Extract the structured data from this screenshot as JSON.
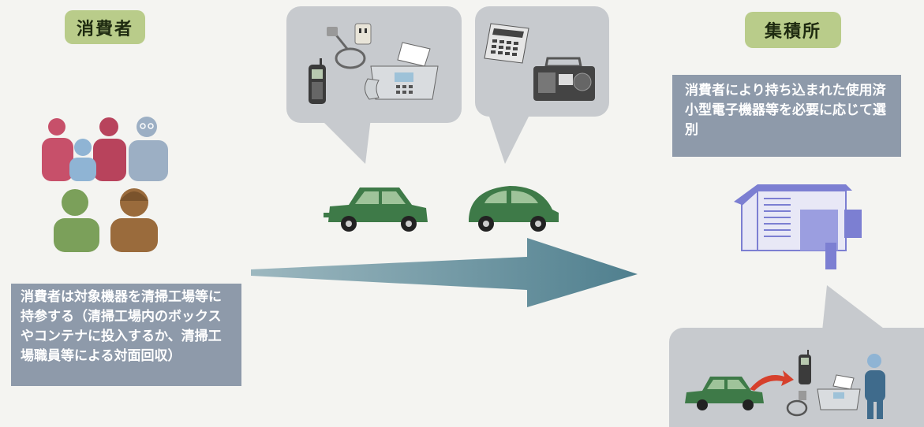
{
  "consumer": {
    "title": "消費者",
    "description": "消費者は対象機器を清掃工場等に持参する（清掃工場内のボックスやコンテナに投入するか、清掃工場職員等による対面回収）"
  },
  "collection_site": {
    "title": "集積所",
    "description": "消費者により持ち込まれた使用済小型電子機器等を必要に応じて選別"
  },
  "icons": {
    "people": "family-icon",
    "elderly": "elderly-couple-icon",
    "cellphone": "cellphone-icon",
    "charger": "charger-outlet-icon",
    "fax": "fax-phone-icon",
    "calculator": "calculator-icon",
    "radio": "radio-cassette-icon",
    "sedan": "sedan-car-icon",
    "compact": "compact-car-icon",
    "warehouse": "warehouse-icon",
    "worker": "worker-icon"
  },
  "colors": {
    "tag": "#b9cc8a",
    "note": "#8e9aaa",
    "arrow": "#6b8d9a",
    "car": "#3e7a48",
    "warehouse": "#7c7fd2"
  }
}
